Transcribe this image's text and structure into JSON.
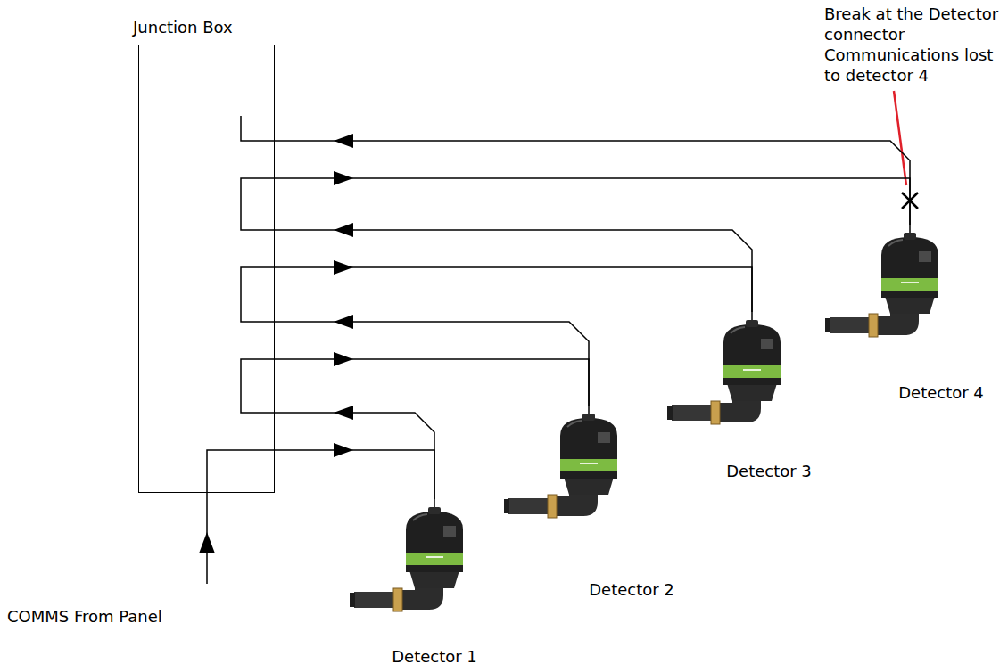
{
  "diagram": {
    "nodes": [
      {
        "text": [
          "Junction Box"
        ]
      },
      {
        "text": [
          "Detector 1"
        ]
      },
      {
        "text": [
          "Detector 2"
        ]
      },
      {
        "text": [
          "Detector 3"
        ]
      },
      {
        "text": [
          "Detector 4"
        ]
      }
    ],
    "edges": [
      {
        "from": 0,
        "to": 1,
        "arrow": "to"
      },
      {
        "from": 1,
        "to": 0,
        "arrow": "to"
      },
      {
        "from": 0,
        "to": 2,
        "arrow": "to"
      },
      {
        "from": 2,
        "to": 0,
        "arrow": "to"
      },
      {
        "from": 0,
        "to": 3,
        "arrow": "to"
      },
      {
        "from": 3,
        "to": 0,
        "arrow": "to"
      },
      {
        "from": 0,
        "to": 4,
        "arrow": "to"
      },
      {
        "from": 4,
        "to": 0,
        "arrow": "to"
      }
    ],
    "labels": [
      "Break at the Detector connector Communications lost to detector 4",
      "COMMS From Panel"
    ]
  }
}
